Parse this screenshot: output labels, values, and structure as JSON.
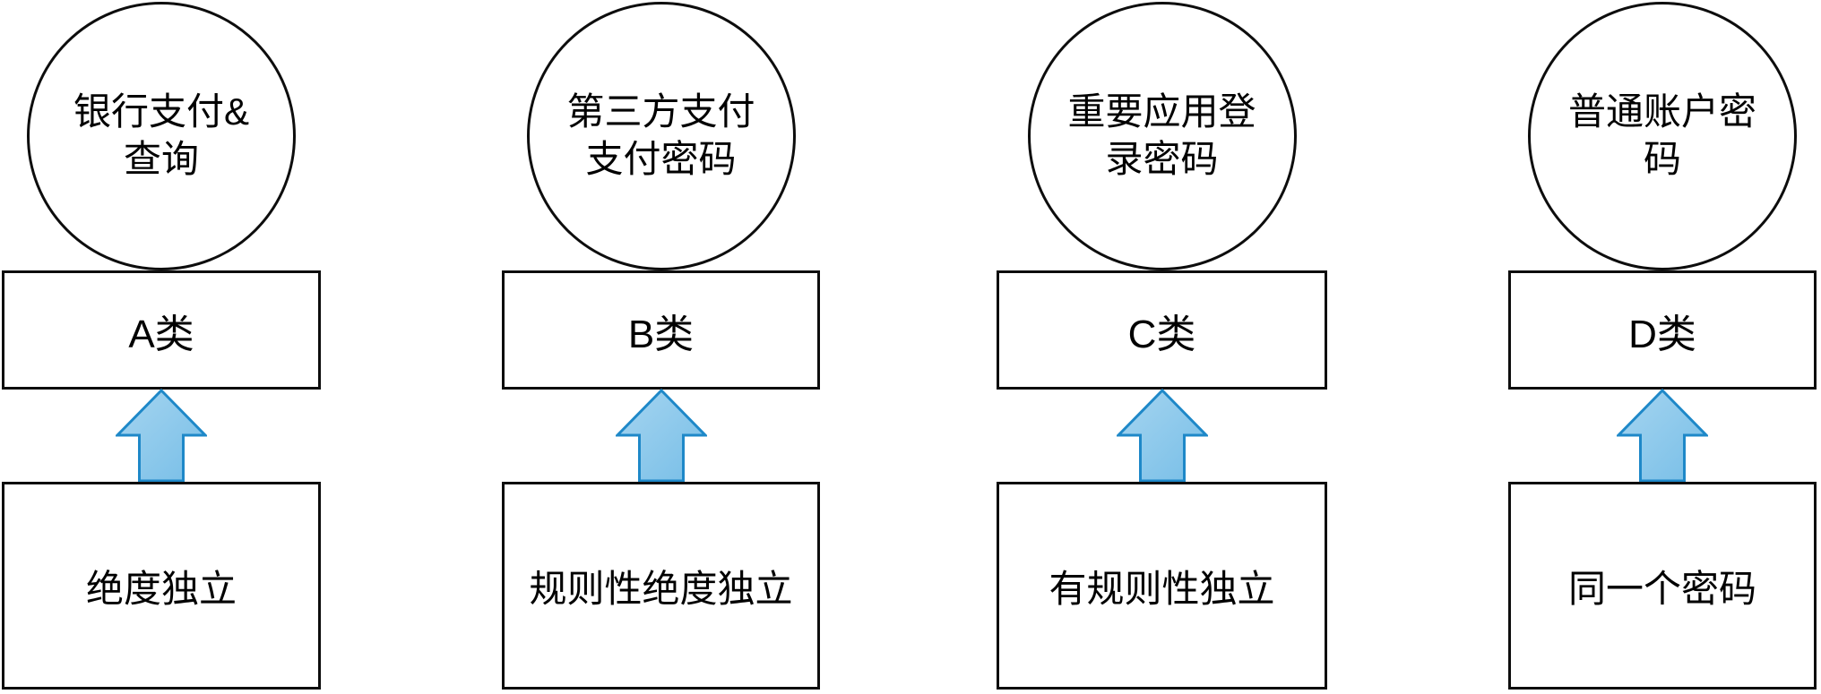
{
  "diagram_title": "password-independence-tiers",
  "colors": {
    "background": "#ffffff",
    "text": "#000000",
    "shape_stroke": "#0d0d0d",
    "arrow_stroke": "#1e88c8",
    "arrow_fill_light": "#a6d5f0",
    "arrow_fill_dark": "#77bee7"
  },
  "columns": [
    {
      "circle_label": "银行支付&\n查询",
      "class_label": "A类",
      "rule_label": "绝度独立"
    },
    {
      "circle_label": "第三方支付\n支付密码",
      "class_label": "B类",
      "rule_label": "规则性绝度独立"
    },
    {
      "circle_label": "重要应用登\n录密码",
      "class_label": "C类",
      "rule_label": "有规则性独立"
    },
    {
      "circle_label": "普通账户密\n码",
      "class_label": "D类",
      "rule_label": "同一个密码"
    }
  ]
}
